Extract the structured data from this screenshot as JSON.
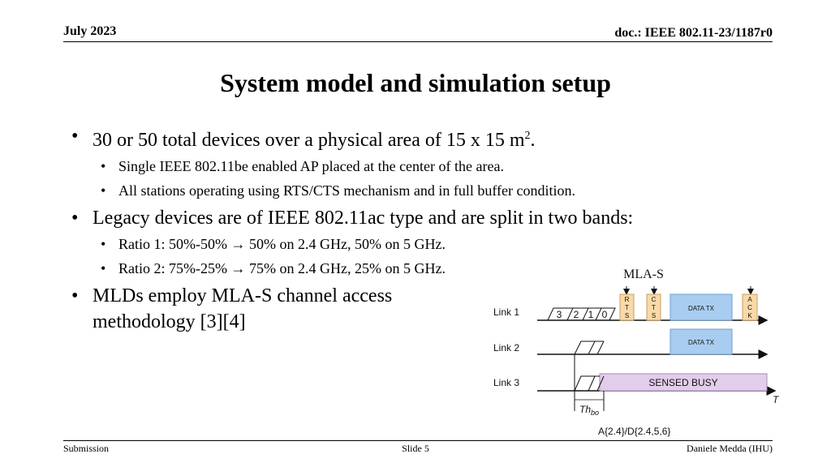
{
  "header": {
    "date": "July 2023",
    "doc": "doc.: IEEE 802.11-23/1187r0"
  },
  "title": "System model and simulation setup",
  "bullets": {
    "b1_text": "30 or 50 total devices over a physical area of 15 x 15 m",
    "b1_sup": "2",
    "b1_end": ".",
    "b1_sub1": "Single IEEE 802.11be enabled AP placed at the center of the area.",
    "b1_sub2": "All stations operating using RTS/CTS mechanism and in full buffer condition.",
    "b2_text": "Legacy devices are of IEEE 802.11ac type and are split in two bands:",
    "b2_sub1": "Ratio 1: 50%-50% → 50% on 2.4 GHz, 50% on 5 GHz.",
    "b2_sub2": "Ratio 2: 75%-25% → 75% on 2.4 GHz, 25% on 5 GHz.",
    "b3_text": "MLDs employ MLA-S channel access methodology [3][4]"
  },
  "diagram": {
    "title": "MLA-S",
    "link1_label": "Link 1",
    "link2_label": "Link 2",
    "link3_label": "Link 3",
    "backoff_counts": [
      "3",
      "2",
      "1",
      "0"
    ],
    "rts": [
      "R",
      "T",
      "S"
    ],
    "cts": [
      "C",
      "T",
      "S"
    ],
    "ack": [
      "A",
      "C",
      "K"
    ],
    "data_tx_1": "DATA TX",
    "data_tx_2": "DATA TX",
    "sensed_busy": "SENSED BUSY",
    "time_label": "T",
    "th_main": "Th",
    "th_sub": "bo",
    "bottom_label": "A{2.4}/D{2.4,5,6}",
    "colors": {
      "frame_fill": "#f9d9a8",
      "frame_stroke": "#c8a060",
      "data_fill": "#a9cdf0",
      "data_stroke": "#6e9fd0",
      "busy_fill": "#e2cdea",
      "busy_stroke": "#a888b8"
    }
  },
  "footer": {
    "left": "Submission",
    "center": "Slide 5",
    "right": "Daniele Medda (IHU)"
  }
}
